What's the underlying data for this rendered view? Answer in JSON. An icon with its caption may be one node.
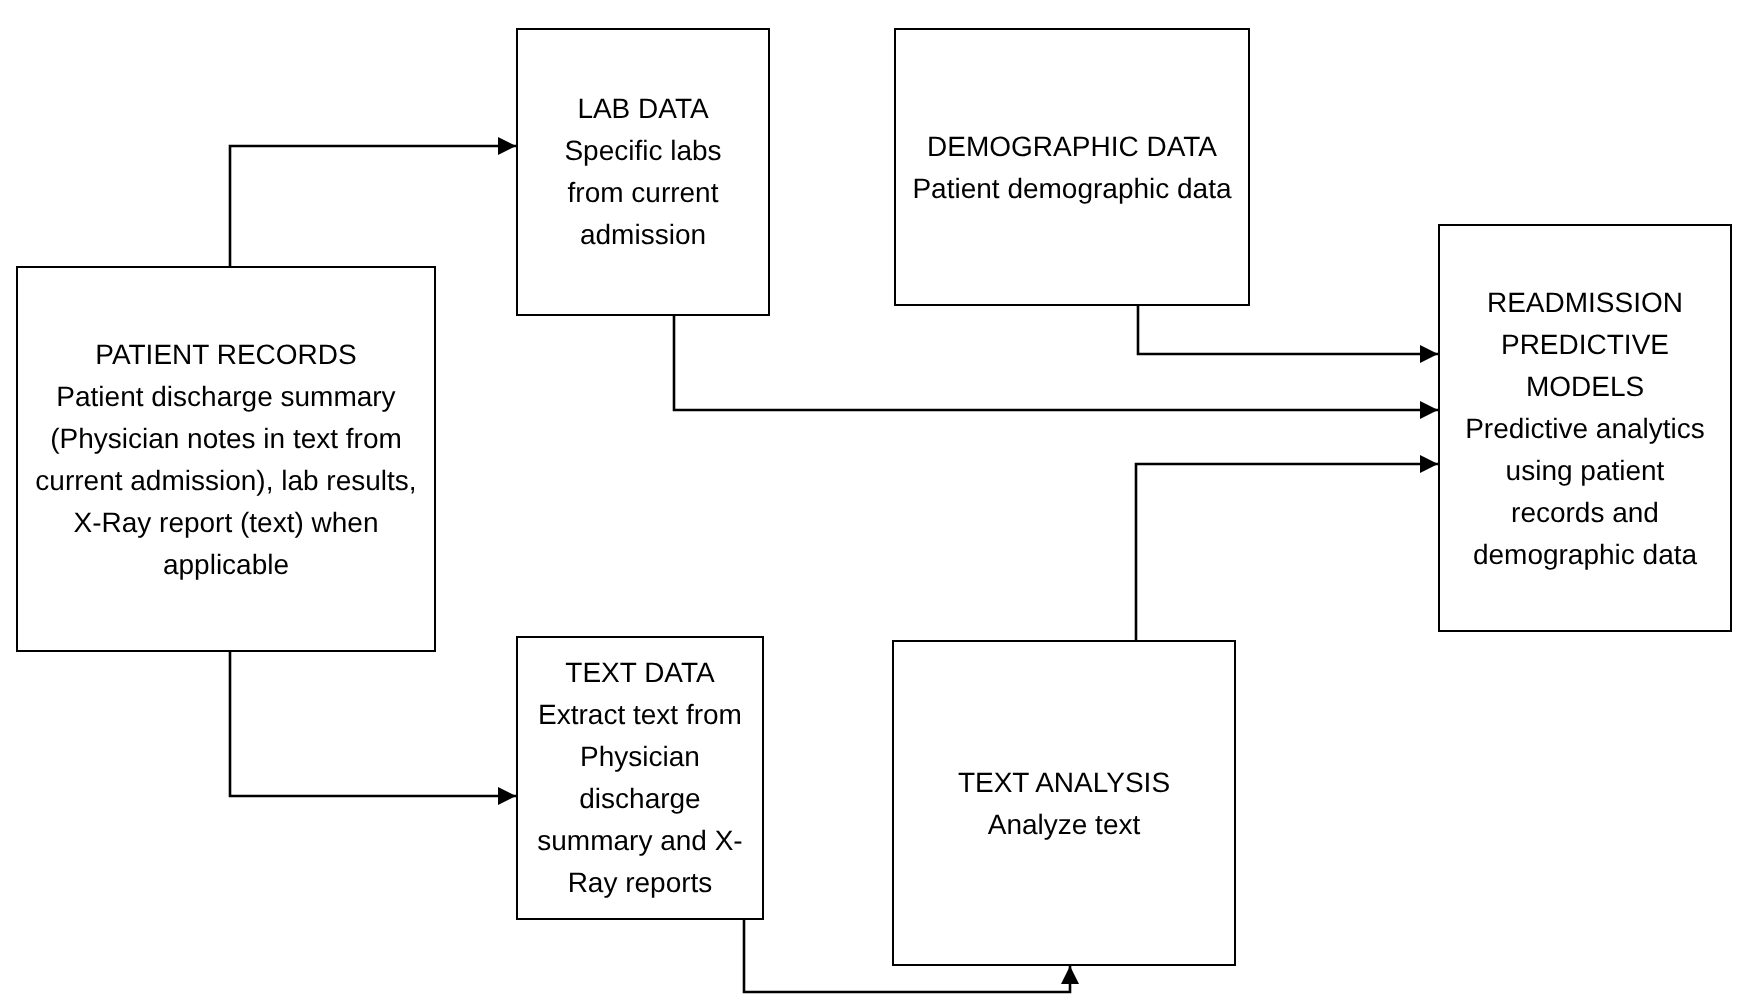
{
  "diagram": {
    "nodes": [
      {
        "text": [
          "PATIENT RECORDS",
          "Patient discharge summary (Physician notes in text from current admission), lab results, X-Ray report (text) when applicable"
        ]
      },
      {
        "text": [
          "LAB DATA",
          "Specific labs from current admission"
        ]
      },
      {
        "text": [
          "DEMOGRAPHIC DATA",
          "Patient demographic data"
        ]
      },
      {
        "text": [
          "READMISSION PREDICTIVE MODELS",
          "Predictive analytics using patient records and demographic data"
        ]
      },
      {
        "text": [
          "TEXT DATA",
          "Extract text from Physician discharge summary and X-Ray reports"
        ]
      },
      {
        "text": [
          "TEXT ANALYSIS",
          "Analyze text"
        ]
      }
    ],
    "edges": [
      {
        "from": 0,
        "to": 1,
        "arrow": "to"
      },
      {
        "from": 0,
        "to": 4,
        "arrow": "to"
      },
      {
        "from": 2,
        "to": 3,
        "arrow": "to"
      },
      {
        "from": 1,
        "to": 3,
        "arrow": "to"
      },
      {
        "from": 5,
        "to": 3,
        "arrow": "to"
      },
      {
        "from": 4,
        "to": 5,
        "arrow": "to"
      }
    ]
  }
}
